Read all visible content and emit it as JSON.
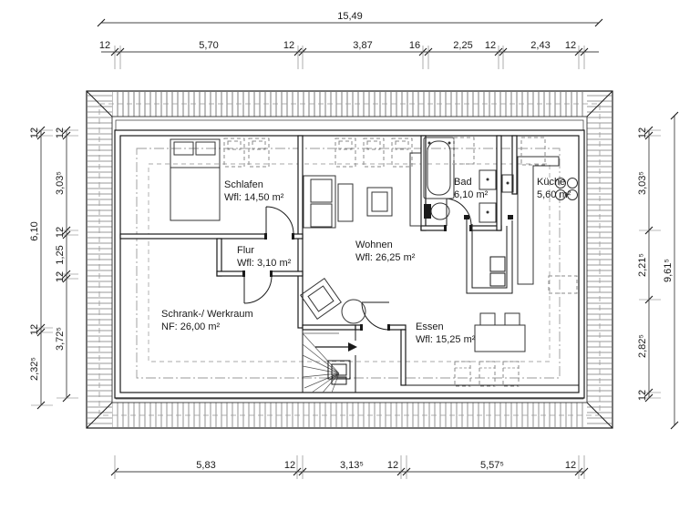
{
  "plan": {
    "rooms": [
      {
        "name": "Schlafen",
        "area": "Wfl: 14,50 m²"
      },
      {
        "name": "Bad",
        "area": "6,10 m²"
      },
      {
        "name": "Küche",
        "area": "5,60 m²"
      },
      {
        "name": "Flur",
        "area": "Wfl: 3,10 m²"
      },
      {
        "name": "Wohnen",
        "area": "Wfl: 26,25 m²"
      },
      {
        "name": "Schrank-/ Werkraum",
        "area": "NF: 26,00 m²"
      },
      {
        "name": "Essen",
        "area": "Wfl: 15,25 m²"
      }
    ]
  },
  "dims": {
    "top_total": "15,49",
    "top": [
      "12",
      "5,70",
      "12",
      "3,87",
      "16",
      "2,25",
      "12",
      "2,43",
      "12"
    ],
    "bottom": [
      "5,83",
      "12",
      "3,13⁵",
      "12",
      "5,57⁵",
      "12"
    ],
    "left_outer": [
      "12",
      "6,10",
      "12",
      "2,32⁵"
    ],
    "left_inner": [
      "12",
      "3,03⁵",
      "12",
      "1,25",
      "12",
      "3,72⁵"
    ],
    "right_inner": [
      "12",
      "3,03⁵",
      "2,21⁵",
      "2,82⁵",
      "12"
    ],
    "right_total": "9,61⁵"
  }
}
